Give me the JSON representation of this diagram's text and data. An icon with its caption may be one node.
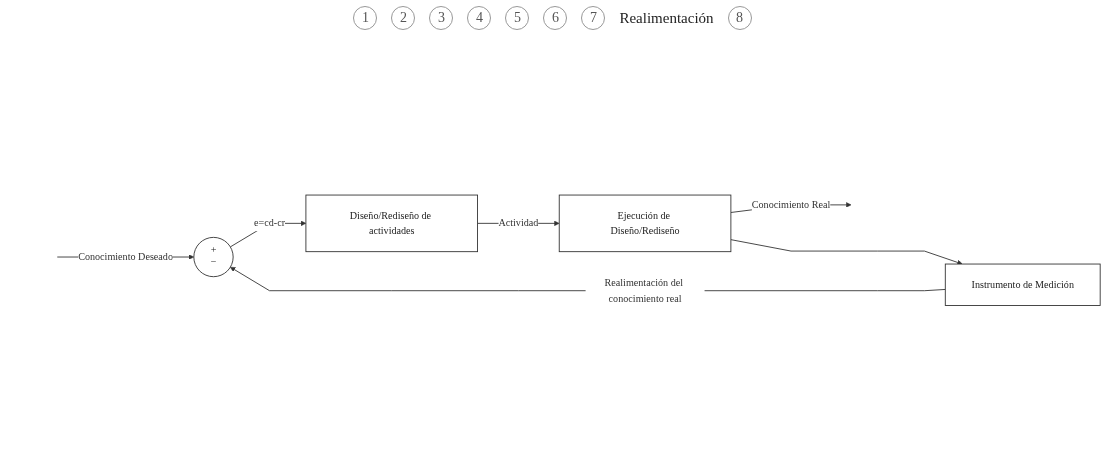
{
  "diagram": {
    "nodes": [
      {
        "text": [
          "+",
          "−"
        ]
      },
      {
        "text": [
          "Diseño/Rediseño de actividades"
        ]
      },
      {
        "text": [
          "Ejecución de Diseño/Rediseño"
        ]
      },
      {
        "text": [
          "Instrumento de Medición"
        ]
      }
    ],
    "edges": [
      {
        "from": null,
        "to": 0,
        "arrow": "to",
        "label": "Conocimiento Deseado"
      },
      {
        "from": 0,
        "to": 1,
        "arrow": "to",
        "label": "e=cd-cr"
      },
      {
        "from": 1,
        "to": 2,
        "arrow": "to",
        "label": "Actividad"
      },
      {
        "from": 2,
        "to": null,
        "arrow": "to",
        "label": "Conocimiento Real"
      },
      {
        "from": 2,
        "to": 3,
        "arrow": "to"
      },
      {
        "from": 3,
        "to": 0,
        "arrow": "to",
        "label": "Realimentación del conocimiento real"
      }
    ],
    "labels": [
      "1",
      "2",
      "3",
      "4",
      "5",
      "6",
      "7",
      "Realimentación",
      "8"
    ]
  }
}
